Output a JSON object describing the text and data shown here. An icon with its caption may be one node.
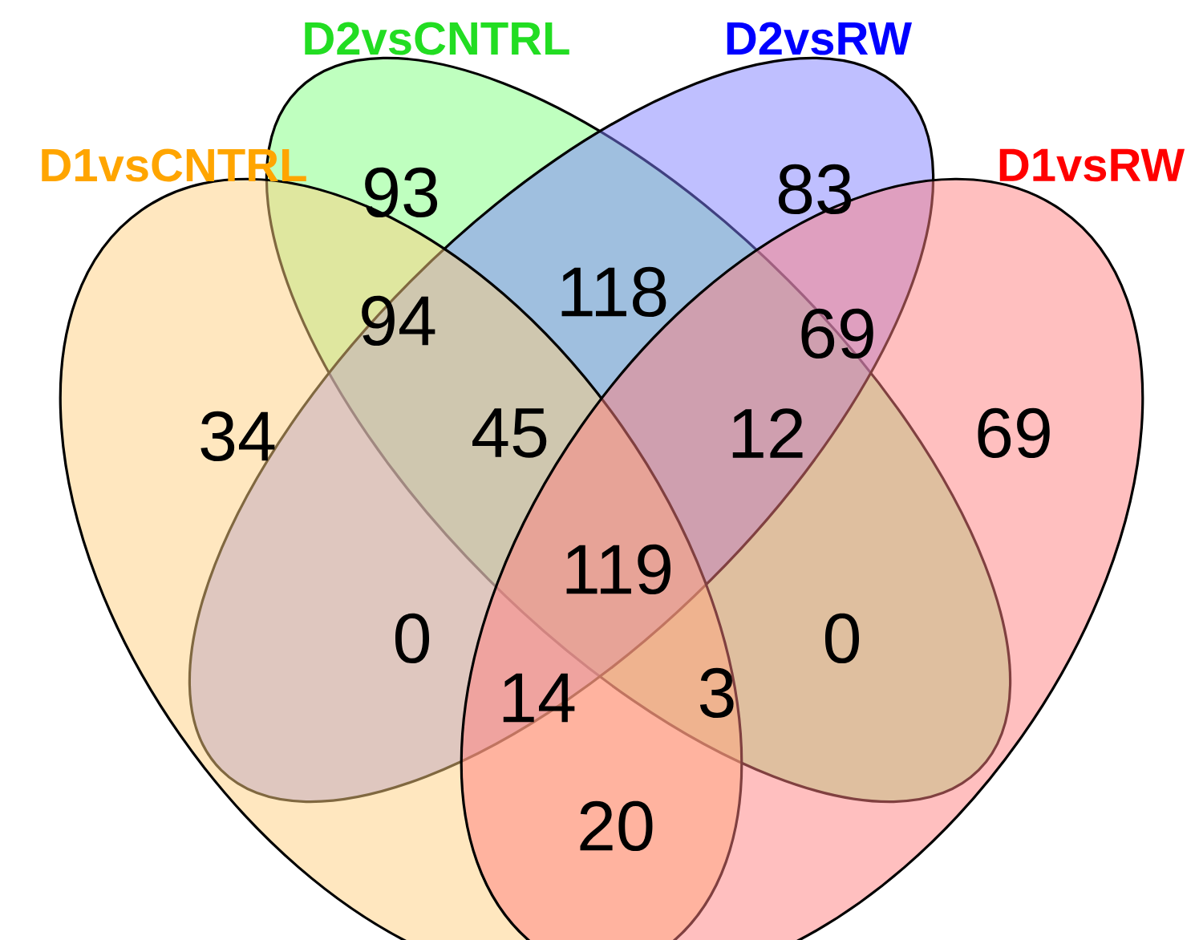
{
  "diagram": {
    "nodes": [
      {
        "text": [
          "D2vsCNTRL"
        ]
      },
      {
        "text": [
          "D2vsRW"
        ]
      },
      {
        "text": [
          "D1vsCNTRL"
        ]
      },
      {
        "text": [
          "D1vsRW"
        ]
      }
    ],
    "labels": [
      "93",
      "83",
      "94",
      "118",
      "69",
      "34",
      "45",
      "12",
      "69",
      "119",
      "0",
      "0",
      "14",
      "3",
      "20"
    ]
  }
}
